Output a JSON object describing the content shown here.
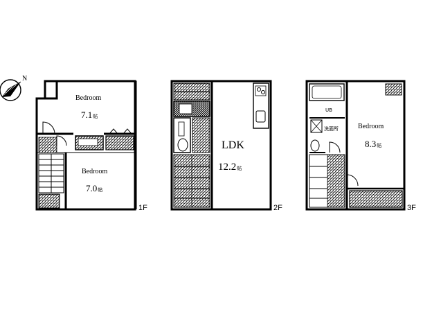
{
  "compass": {
    "north_label": "N"
  },
  "floors": [
    {
      "floor_label": "1F",
      "rooms": [
        {
          "name": "Bedroom",
          "area": "7.1",
          "unit": "帖"
        },
        {
          "name": "Bedroom",
          "area": "7.0",
          "unit": "帖"
        }
      ]
    },
    {
      "floor_label": "2F",
      "rooms": [
        {
          "name": "LDK",
          "area": "12.2",
          "unit": "帖"
        }
      ]
    },
    {
      "floor_label": "3F",
      "rooms": [
        {
          "name": "Bedroom",
          "area": "8.3",
          "unit": "帖"
        }
      ],
      "fixtures": {
        "unit_bath": "UB",
        "washroom": "洗面所"
      }
    }
  ]
}
